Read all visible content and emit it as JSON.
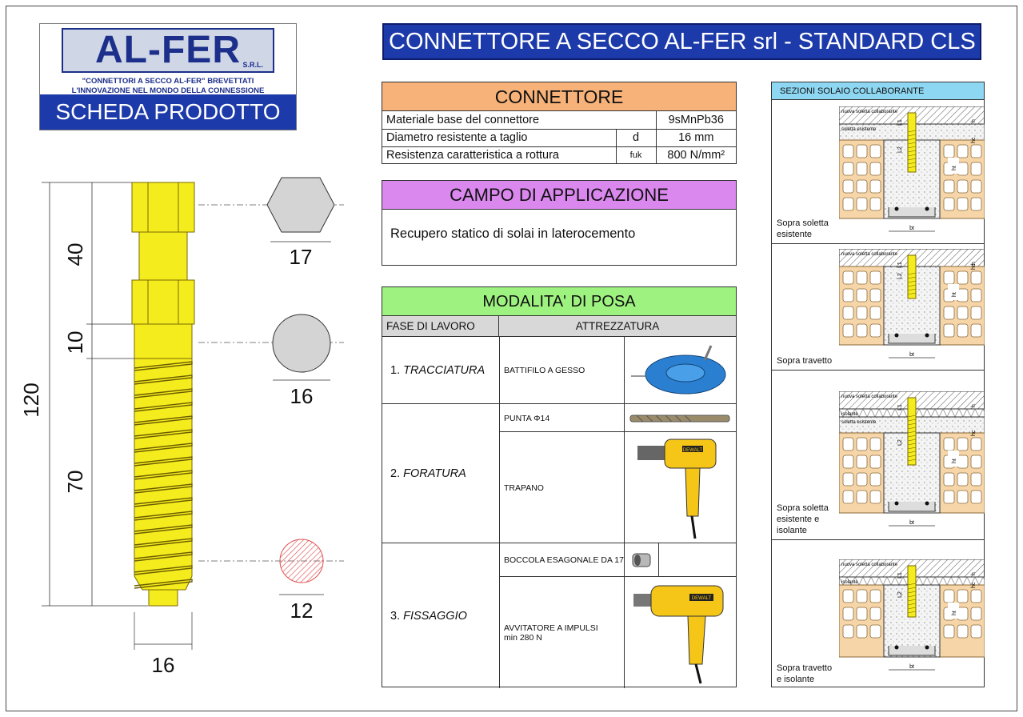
{
  "logo": {
    "brand": "AL-FER",
    "srl": "S.R.L.",
    "tagline1": "\"CONNETTORI A SECCO AL-FER\" BREVETTATI",
    "tagline2": "L'INNOVAZIONE NEL MONDO DELLA CONNESSIONE",
    "banner": "SCHEDA PRODOTTO"
  },
  "title": "CONNETTORE A SECCO AL-FER srl - STANDARD CLS",
  "colors": {
    "brand_blue": "#1c3aa9",
    "connector_yellow": "#f5ec1e",
    "header_orange": "#f6b278",
    "header_violet": "#da88ee",
    "header_green": "#9ef27f",
    "header_cyan": "#8ed7f2",
    "section_red": "#e05050"
  },
  "drawing": {
    "total_length": "120",
    "head_length": "40",
    "collar_length": "10",
    "thread_length": "70",
    "base_width": "16",
    "section_hex": "17",
    "section_round": "16",
    "section_core": "12"
  },
  "connettore": {
    "header": "CONNETTORE",
    "rows": [
      {
        "label": "Materiale base del connettore",
        "symbol": "",
        "value": "9sMnPb36"
      },
      {
        "label": "Diametro resistente a taglio",
        "symbol": "d",
        "value": "16 mm"
      },
      {
        "label": "Resistenza caratteristica a rottura",
        "symbol": "fuk",
        "value": "800 N/mm²"
      }
    ]
  },
  "campo": {
    "header": "CAMPO DI APPLICAZIONE",
    "text": "Recupero statico di solai in laterocemento"
  },
  "modalita": {
    "header": "MODALITA' DI POSA",
    "col1": "FASE DI LAVORO",
    "col2": "ATTREZZATURA",
    "phases": [
      {
        "num": "1.",
        "name": "TRACCIATURA"
      },
      {
        "num": "2.",
        "name": "FORATURA"
      },
      {
        "num": "3.",
        "name": "FISSAGGIO"
      }
    ],
    "tools": {
      "t1": "BATTIFILO A GESSO",
      "t2": "PUNTA Φ14",
      "t3": "TRAPANO",
      "t4": "BOCCOLA ESAGONALE DA 17",
      "t5a": "AVVITATORE A IMPULSI",
      "t5b": "min 280 N"
    },
    "brand_badge": "DEWALT"
  },
  "sezioni": {
    "header": "SEZIONI SOLAIO COLLABORANTE",
    "labels": {
      "s1": "Sopra soletta esistente",
      "s2": "Sopra travetto",
      "s3": "Sopra soletta esistente e isolante",
      "s4": "Sopra travetto e isolante"
    },
    "annotations": {
      "nuova": "nuova soletta collaborante",
      "esistente": "soletta esistente",
      "isolante": "isolante",
      "bt": "bt",
      "ht": "ht",
      "hc": "hc",
      "h": "h",
      "l1": "L1",
      "l2": "L2"
    }
  }
}
